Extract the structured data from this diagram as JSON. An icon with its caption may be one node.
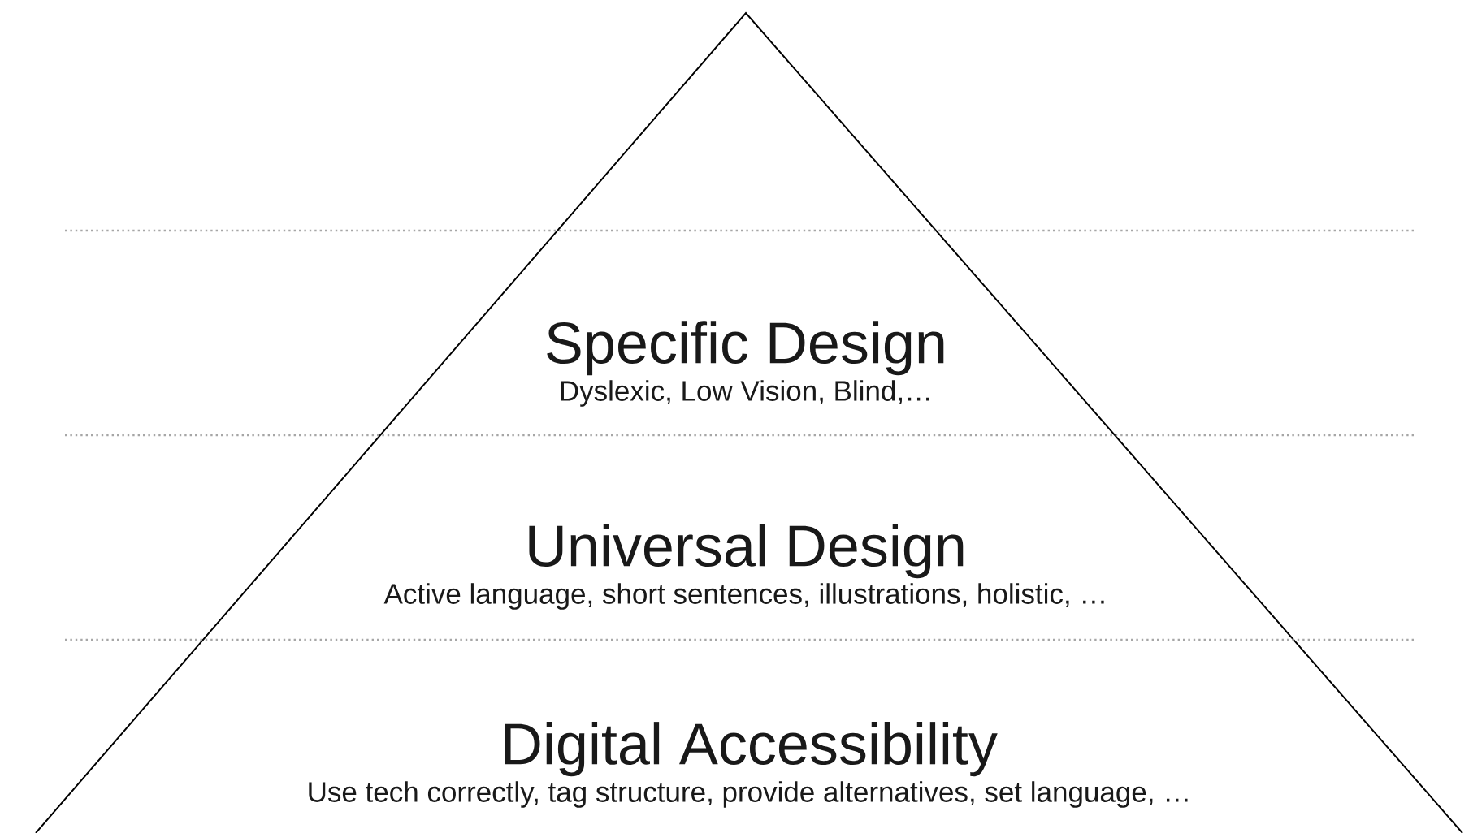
{
  "diagram": {
    "nodes": [
      {
        "text": [
          "Specific Design",
          "Dyslexic, Low Vision, Blind,…"
        ]
      },
      {
        "text": [
          "Universal Design",
          "Active language, short sentences, illustrations, holistic, …"
        ]
      },
      {
        "text": [
          "Digital Accessibility",
          "Use tech correctly, tag structure, provide alternatives, set language, …"
        ]
      }
    ]
  }
}
